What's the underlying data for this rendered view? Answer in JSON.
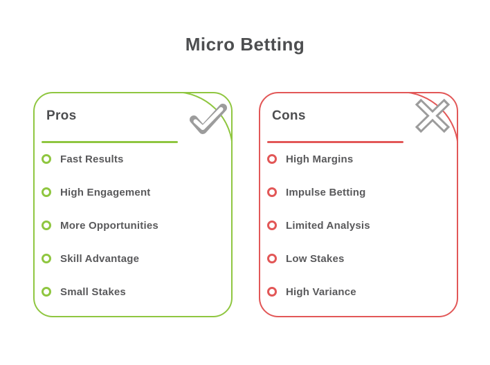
{
  "title": "Micro Betting",
  "colors": {
    "green": "#8FC640",
    "red": "#E25757",
    "icon": "#9C9C9C",
    "text_dark": "#4D4E50",
    "text_item": "#59595B"
  },
  "pros": {
    "label": "Pros",
    "icon": "check-icon",
    "items": [
      "Fast Results",
      "High Engagement",
      "More Opportunities",
      "Skill Advantage",
      "Small Stakes"
    ]
  },
  "cons": {
    "label": "Cons",
    "icon": "cross-icon",
    "items": [
      "High Margins",
      "Impulse Betting",
      "Limited Analysis",
      "Low Stakes",
      "High Variance"
    ]
  }
}
